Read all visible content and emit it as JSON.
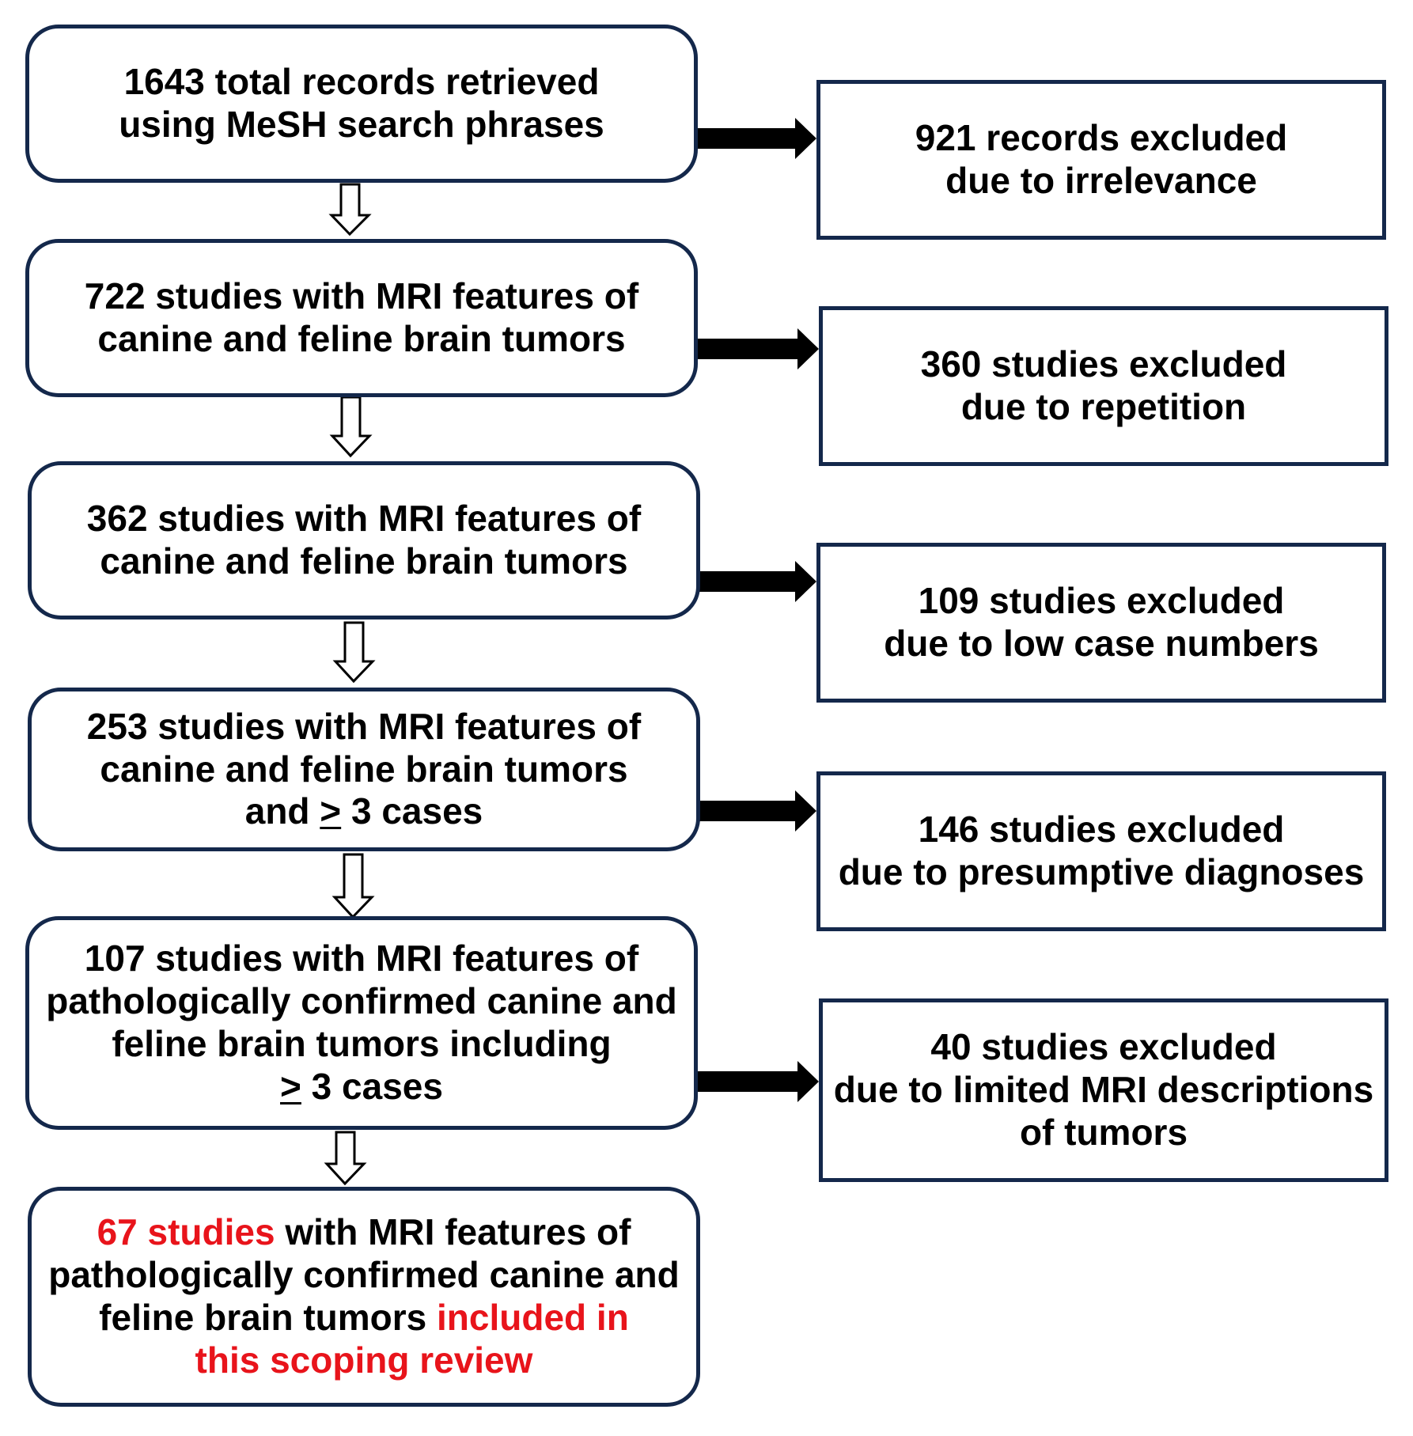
{
  "colors": {
    "box_border": "#14284b",
    "arrow_fill": "#000000",
    "highlight_text": "#e8141b",
    "text": "#000000",
    "background": "#ffffff"
  },
  "main_steps": [
    {
      "lines": [
        "1643 total records retrieved",
        "using MeSH search phrases"
      ]
    },
    {
      "lines": [
        "722 studies with MRI features of",
        "canine and feline brain tumors"
      ]
    },
    {
      "lines": [
        "362 studies with MRI features of",
        "canine and feline brain tumors"
      ]
    },
    {
      "line1": "253 studies with MRI features of",
      "line2": "canine and feline brain tumors",
      "line3_pre": "and ",
      "line3_ul": ">",
      "line3_post": " 3 cases"
    },
    {
      "line1": "107 studies with MRI features of",
      "line2": "pathologically confirmed canine and",
      "line3": "feline brain tumors including",
      "line4_ul": ">",
      "line4_post": " 3 cases"
    }
  ],
  "final_step": {
    "line1_red": "67 studies",
    "line1_rest": " with MRI features of",
    "line2": "pathologically confirmed canine and",
    "line3_pre": "feline brain tumors ",
    "line3_red": "included in",
    "line4_red": "this scoping review"
  },
  "exclusions": [
    {
      "lines": [
        "921 records excluded",
        "due to irrelevance"
      ]
    },
    {
      "lines": [
        "360 studies excluded",
        "due to repetition"
      ]
    },
    {
      "lines": [
        "109 studies excluded",
        "due to low case numbers"
      ]
    },
    {
      "lines": [
        "146 studies excluded",
        "due to presumptive diagnoses"
      ]
    },
    {
      "lines": [
        "40 studies excluded",
        "due to limited MRI descriptions",
        "of tumors"
      ]
    }
  ]
}
